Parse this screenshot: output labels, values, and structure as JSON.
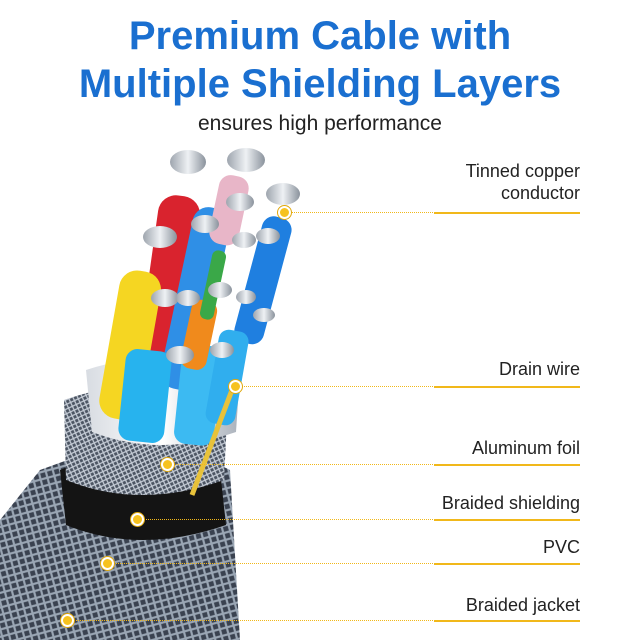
{
  "header": {
    "title_line1": "Premium Cable with",
    "title_line2": "Multiple Shielding Layers",
    "subtitle": "ensures high performance"
  },
  "callouts": [
    {
      "lines": [
        "Tinned copper",
        "conductor"
      ]
    },
    {
      "lines": [
        "Drain wire"
      ]
    },
    {
      "lines": [
        "Aluminum foil"
      ]
    },
    {
      "lines": [
        "Braided shielding"
      ]
    },
    {
      "lines": [
        "PVC"
      ]
    },
    {
      "lines": [
        "Braided jacket"
      ]
    }
  ],
  "colors": {
    "title": "#1a6fd0",
    "accent_line": "#f1b81a",
    "wire_red": "#d9232e",
    "wire_yellow": "#f5d622",
    "wire_blue": "#1f7fe0",
    "wire_cyan": "#27b3ee",
    "wire_orange": "#f08a1c",
    "wire_green": "#3aa848"
  }
}
